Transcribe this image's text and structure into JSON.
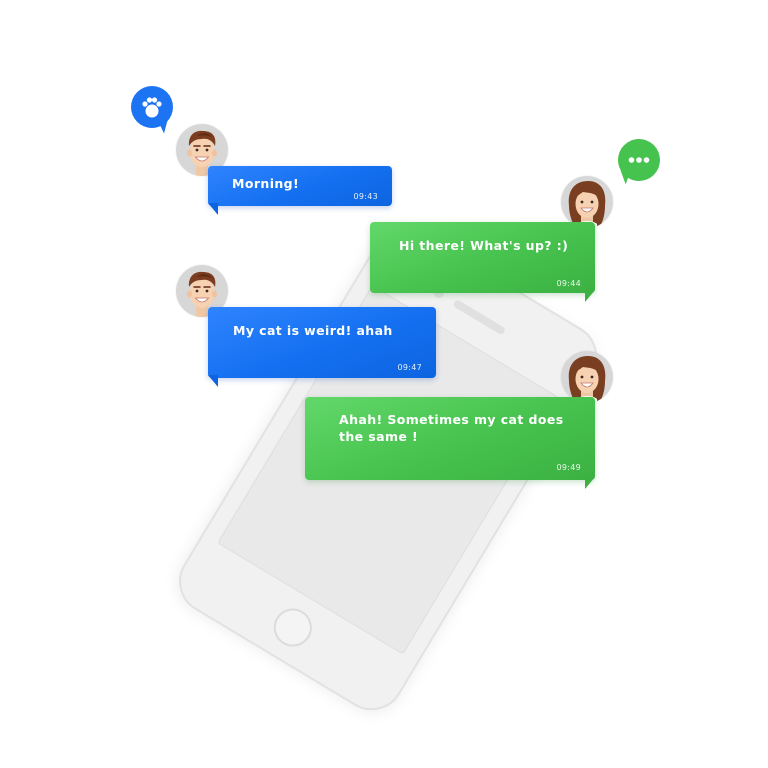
{
  "messages": [
    {
      "sender": "male",
      "side": "left",
      "color": "#1d74f2",
      "text": "Morning!",
      "time": "09:43"
    },
    {
      "sender": "female",
      "side": "right",
      "color": "#46c24e",
      "text": "Hi there! What's up? :)",
      "time": "09:44"
    },
    {
      "sender": "male",
      "side": "left",
      "color": "#1d74f2",
      "text": "My cat is weird! ahah",
      "time": "09:47"
    },
    {
      "sender": "female",
      "side": "right",
      "color": "#46c24e",
      "text": "Ahah! Sometimes my cat does\nthe same !",
      "time": "09:49"
    }
  ],
  "badges": {
    "paw": {
      "icon": "paw-icon",
      "color": "#1d74f2"
    },
    "typing": {
      "icon": "ellipsis-icon",
      "color": "#46c24e"
    }
  },
  "colors": {
    "blue": "#1d74f2",
    "green": "#46c24e",
    "phone": "#eeeeee",
    "avatar_bg": "#d7d7d7"
  }
}
